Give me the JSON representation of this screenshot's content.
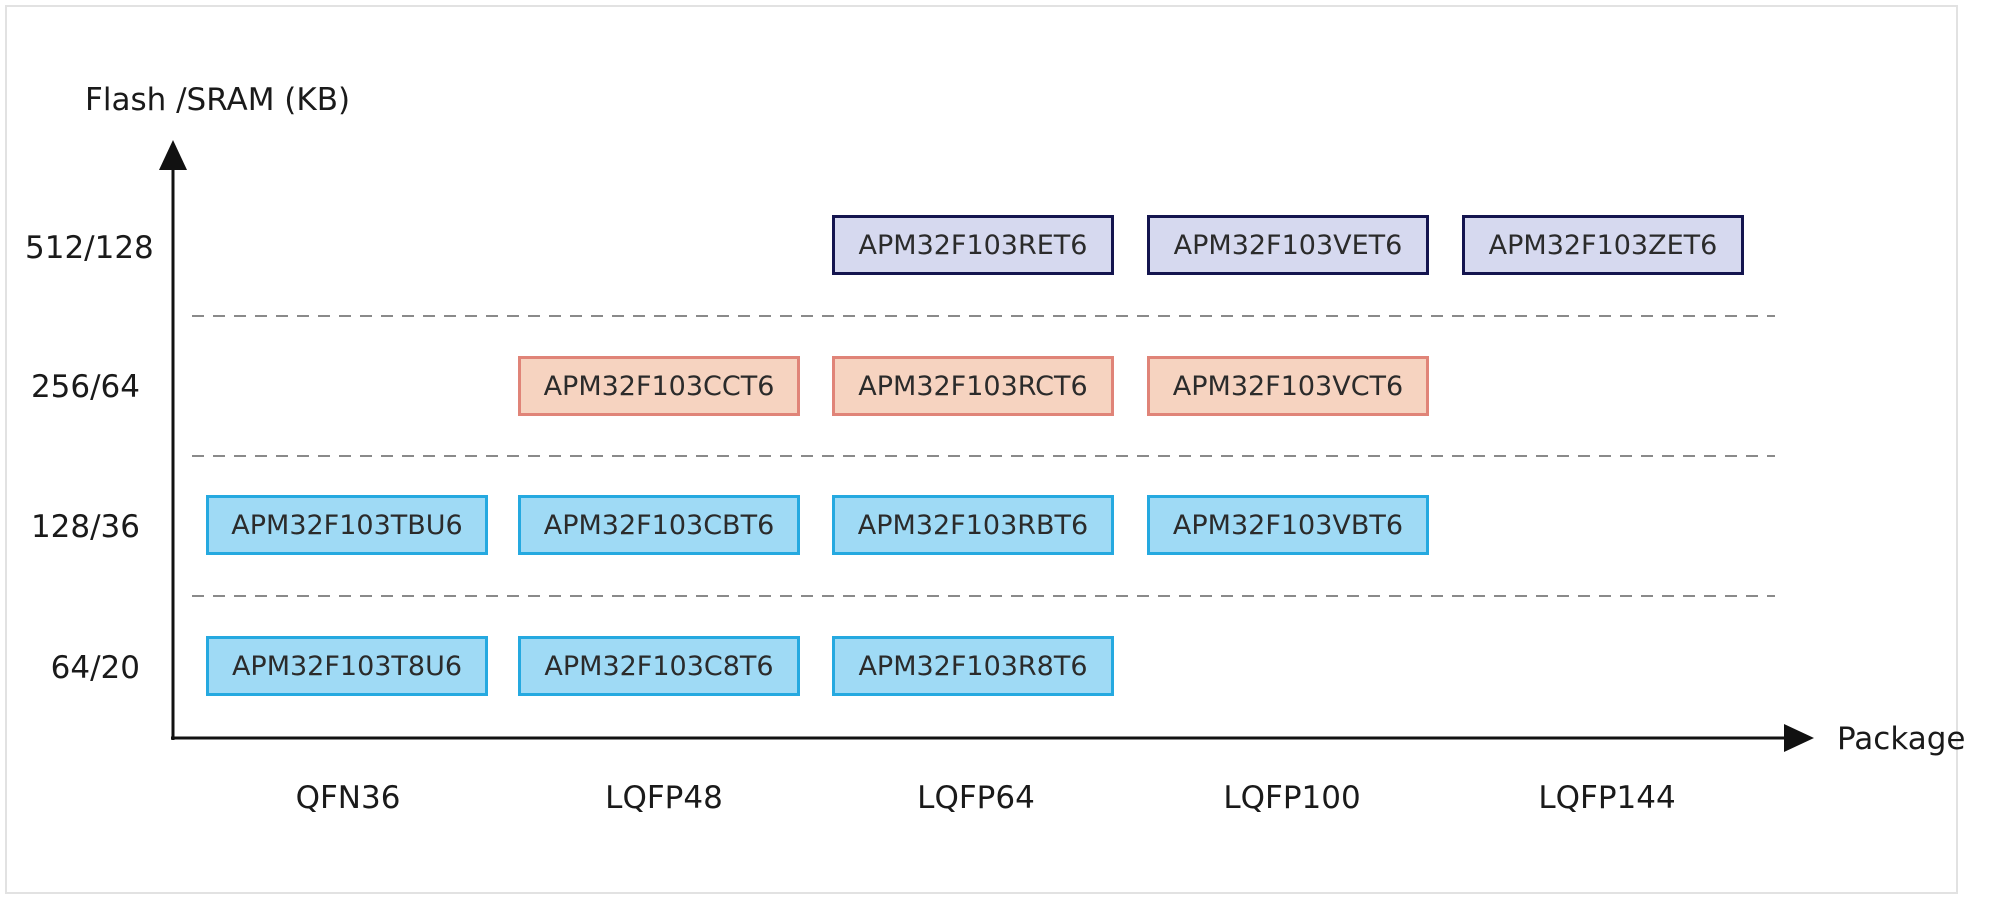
{
  "y_axis": {
    "title": "Flash /SRAM (KB)",
    "levels": [
      "512/128",
      "256/64",
      "128/36",
      "64/20"
    ]
  },
  "x_axis": {
    "title": "Package",
    "packages": [
      "QFN36",
      "LQFP48",
      "LQFP64",
      "LQFP100",
      "LQFP144"
    ]
  },
  "colors": {
    "tier_512_fill": "#d6d9ef",
    "tier_512_border": "#14154f",
    "tier_256_fill": "#f6d3c0",
    "tier_256_border": "#e08478",
    "tier_low_fill": "#9fdaf5",
    "tier_low_border": "#25a9e0",
    "axis": "#111111",
    "gridline": "#8a8a8a"
  },
  "parts": {
    "r512": [
      "",
      "",
      "APM32F103RET6",
      "APM32F103VET6",
      "APM32F103ZET6"
    ],
    "r256": [
      "",
      "APM32F103CCT6",
      "APM32F103RCT6",
      "APM32F103VCT6",
      ""
    ],
    "r128": [
      "APM32F103TBU6",
      "APM32F103CBT6",
      "APM32F103RBT6",
      "APM32F103VBT6",
      ""
    ],
    "r64": [
      "APM32F103T8U6",
      "APM32F103C8T6",
      "APM32F103R8T6",
      "",
      ""
    ]
  }
}
